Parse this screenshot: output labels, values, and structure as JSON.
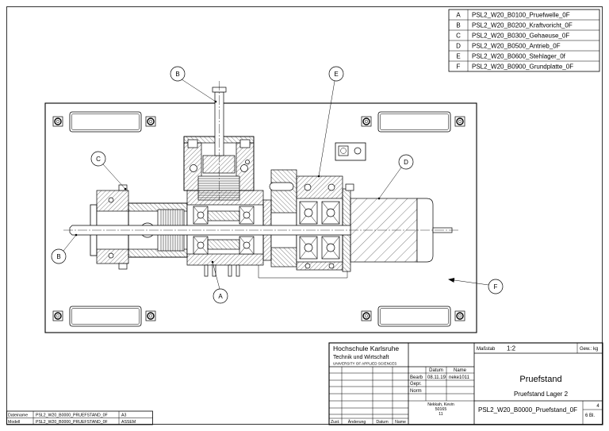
{
  "parts_list": [
    {
      "key": "A",
      "name": "PSL2_W20_B0100_Pruefwelle_0F"
    },
    {
      "key": "B",
      "name": "PSL2_W20_B0200_Kraftvoricht_0F"
    },
    {
      "key": "C",
      "name": "PSL2_W20_B0300_Gehaeuse_0F"
    },
    {
      "key": "D",
      "name": "PSL2_W20_B0500_Antrieb_0F"
    },
    {
      "key": "E",
      "name": "PSL2_W20_B0600_Stehlager_0f"
    },
    {
      "key": "F",
      "name": "PSL2_W20_B0900_Grundplatte_0F"
    }
  ],
  "balloons": {
    "b_top": "B",
    "e": "E",
    "c": "C",
    "d": "D",
    "b_left": "B",
    "a": "A",
    "f": "F"
  },
  "title_block": {
    "school_line1": "Hochschule Karlsruhe",
    "school_line2": "Technik und Wirtschaft",
    "school_line3": "UNIVERSITY OF APPLIED SCIENCES",
    "scale_label": "Maßstab",
    "scale_value": "1:2",
    "weight_label": "Gew.: kg",
    "col_date": "Datum",
    "col_name": "Name",
    "row_bearb": "Bearb",
    "bearb_date": "08.11.19",
    "bearb_name": "neke1011",
    "row_gepr": "Gepr.",
    "row_norm": "Norm",
    "author_name": "Nekkah, Kevin",
    "author_id": "50165",
    "author_group": "11",
    "title": "Pruefstand",
    "subtitle": "Pruefstand Lager 2",
    "drawing_number": "PSL2_W20_B0000_Pruefstand_0F",
    "sheet_number": "4",
    "sheet_total": "6  Bl.",
    "rev_state": "Zust.",
    "rev_change": "Änderung",
    "rev_date": "Datum",
    "rev_name": "Name"
  },
  "file_info": [
    {
      "label": "Dateiname",
      "value": "PSL2_W20_B0000_PRUEFSTAND_0F",
      "format": "A3"
    },
    {
      "label": "Modell",
      "value": "PSL2_W20_B0000_PRUEFSTAND_0F",
      "format": "ASSEM"
    }
  ]
}
